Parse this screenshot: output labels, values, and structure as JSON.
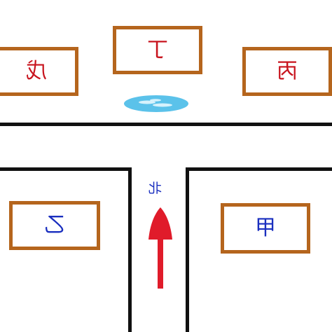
{
  "boxes": {
    "top_center": "丁",
    "top_left": "戊",
    "top_right": "丙",
    "bottom_left": "乙",
    "bottom_right": "甲"
  },
  "north_label": "北",
  "colors": {
    "box_border": "#b5651d",
    "road_line": "#111111",
    "red_text": "#c8141e",
    "blue_text": "#1a2fbf",
    "arrow": "#e01b2a",
    "puddle": "#5bc2ea"
  }
}
